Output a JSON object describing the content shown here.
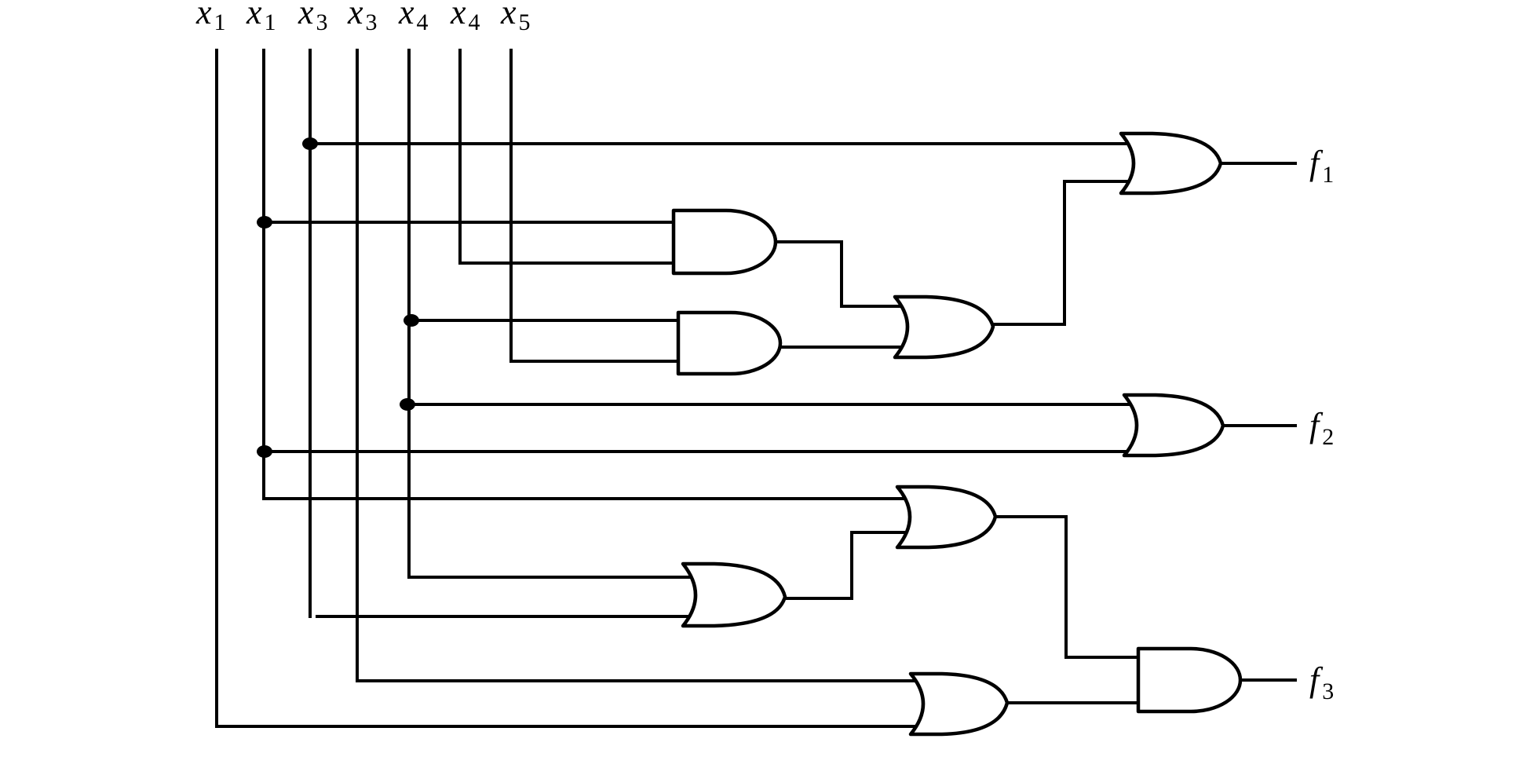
{
  "diagram": {
    "type": "logic-circuit",
    "inputs": [
      {
        "id": "in0",
        "var": "x",
        "sub": "1"
      },
      {
        "id": "in1",
        "var": "x",
        "sub": "1"
      },
      {
        "id": "in2",
        "var": "x",
        "sub": "3"
      },
      {
        "id": "in3",
        "var": "x",
        "sub": "3"
      },
      {
        "id": "in4",
        "var": "x",
        "sub": "4"
      },
      {
        "id": "in5",
        "var": "x",
        "sub": "4"
      },
      {
        "id": "in6",
        "var": "x",
        "sub": "5"
      }
    ],
    "outputs": [
      {
        "id": "f1",
        "var": "f",
        "sub": "1"
      },
      {
        "id": "f2",
        "var": "f",
        "sub": "2"
      },
      {
        "id": "f3",
        "var": "f",
        "sub": "3"
      }
    ],
    "gates": [
      {
        "id": "and-a",
        "kind": "AND",
        "inputs": [
          "x1",
          "x4"
        ]
      },
      {
        "id": "and-b",
        "kind": "AND",
        "inputs": [
          "x4",
          "x5"
        ]
      },
      {
        "id": "or-mid",
        "kind": "OR",
        "inputs": [
          "and-a",
          "and-b"
        ]
      },
      {
        "id": "or-f1",
        "kind": "OR",
        "inputs": [
          "x3",
          "or-mid"
        ],
        "drives": "f1"
      },
      {
        "id": "or-f2",
        "kind": "OR",
        "inputs": [
          "x4",
          "x1"
        ],
        "drives": "f2"
      },
      {
        "id": "or-low",
        "kind": "OR",
        "inputs": [
          "x4",
          "x3"
        ]
      },
      {
        "id": "or-upper",
        "kind": "OR",
        "inputs": [
          "x1",
          "or-low"
        ]
      },
      {
        "id": "or-bottom",
        "kind": "OR",
        "inputs": [
          "x3",
          "x1"
        ]
      },
      {
        "id": "and-f3",
        "kind": "AND",
        "inputs": [
          "or-upper",
          "or-bottom"
        ],
        "drives": "f3"
      }
    ],
    "junction_count": 5
  }
}
